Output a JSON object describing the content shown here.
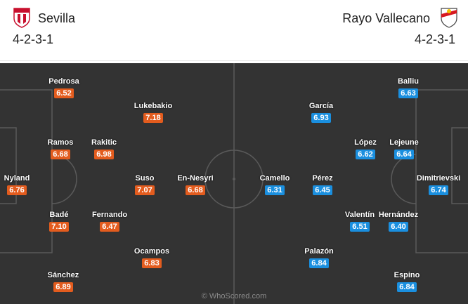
{
  "home": {
    "name": "Sevilla",
    "formation": "4-2-3-1",
    "color": "#e35c1e",
    "players": [
      {
        "name": "Pedrosa",
        "rating": "6.52"
      },
      {
        "name": "Lukebakio",
        "rating": "7.18"
      },
      {
        "name": "Ramos",
        "rating": "6.68"
      },
      {
        "name": "Rakitic",
        "rating": "6.98"
      },
      {
        "name": "Nyland",
        "rating": "6.76"
      },
      {
        "name": "Suso",
        "rating": "7.07"
      },
      {
        "name": "En-Nesyri",
        "rating": "6.68"
      },
      {
        "name": "Badé",
        "rating": "7.10"
      },
      {
        "name": "Fernando",
        "rating": "6.47"
      },
      {
        "name": "Ocampos",
        "rating": "6.83"
      },
      {
        "name": "Sánchez",
        "rating": "6.89"
      }
    ]
  },
  "away": {
    "name": "Rayo Vallecano",
    "formation": "4-2-3-1",
    "color": "#1a8fdf",
    "players": [
      {
        "name": "Balliu",
        "rating": "6.63"
      },
      {
        "name": "García",
        "rating": "6.93"
      },
      {
        "name": "López",
        "rating": "6.62"
      },
      {
        "name": "Lejeune",
        "rating": "6.64"
      },
      {
        "name": "Camello",
        "rating": "6.31"
      },
      {
        "name": "Pérez",
        "rating": "6.45"
      },
      {
        "name": "Dimitrievski",
        "rating": "6.74"
      },
      {
        "name": "Valentín",
        "rating": "6.51"
      },
      {
        "name": "Hernández",
        "rating": "6.40"
      },
      {
        "name": "Palazón",
        "rating": "6.84"
      },
      {
        "name": "Espino",
        "rating": "6.84"
      }
    ]
  },
  "watermark": "© WhoScored.com"
}
